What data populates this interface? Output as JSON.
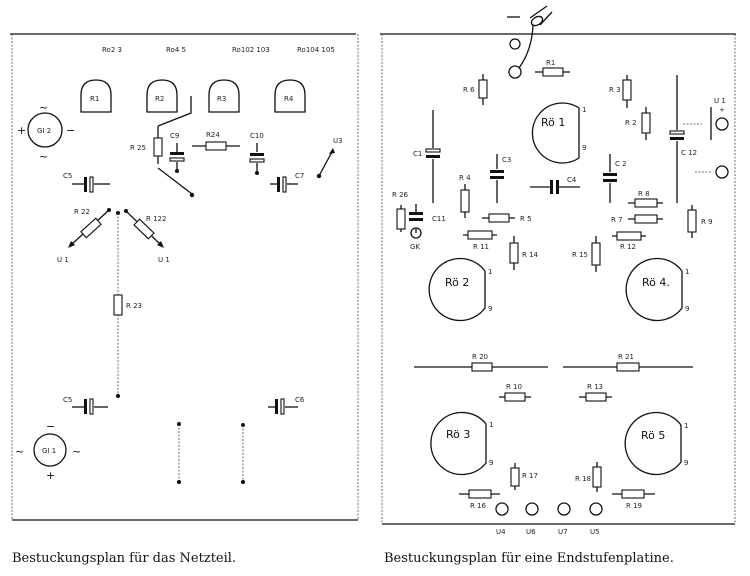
{
  "left_board": {
    "header_labels": [
      "Ro2 3",
      "Ro4 5",
      "Ro102 103",
      "Ro104 105"
    ],
    "tube_socket_labels": [
      "R1",
      "R2",
      "R3",
      "R4"
    ],
    "rectifier_top": {
      "label": "GI 2",
      "ac_top": "~",
      "ac_bottom": "~",
      "plus": "+",
      "minus": "−"
    },
    "rectifier_bottom": {
      "label": "GI 1",
      "ac_left": "~",
      "ac_right": "~",
      "minus": "−",
      "plus": "+"
    },
    "components": {
      "r25": "R 25",
      "c9": "C9",
      "r24": "R24",
      "c10": "C10",
      "u3": "U3",
      "c5_top": "C5",
      "c7": "C7",
      "r22": "R 22",
      "r122": "R 122",
      "u1_left": "U 1",
      "u1_right": "U 1",
      "r23": "R 23",
      "c5_bottom": "C5",
      "c6": "C6"
    }
  },
  "right_board": {
    "tubes": [
      {
        "label": "Rö 1",
        "pin_top": "1",
        "pin_bottom": "9"
      },
      {
        "label": "Rö 2",
        "pin_top": "1",
        "pin_bottom": "9"
      },
      {
        "label": "Rö 4.",
        "pin_top": "1",
        "pin_bottom": "9"
      },
      {
        "label": "Rö 3",
        "pin_top": "1",
        "pin_bottom": "9"
      },
      {
        "label": "Rö 5",
        "pin_top": "1",
        "pin_bottom": "9"
      }
    ],
    "components": {
      "r1": "R1",
      "r6": "R 6",
      "r3": "R 3",
      "r2": "R 2",
      "u1": "U 1",
      "u1_plus": "+",
      "c1": "C1",
      "c12": "C 12",
      "c3": "C3",
      "c2": "C 2",
      "c4": "C4",
      "r4": "R 4",
      "r5": "R 5",
      "r8": "R 8",
      "r7": "R 7",
      "r9": "R 9",
      "r26": "R 26",
      "c11": "C11",
      "gk": "GK",
      "r11": "R 11",
      "r12": "R 12",
      "r14": "R 14",
      "r15": "R 15",
      "r20": "R 20",
      "r21": "R 21",
      "r10": "R 10",
      "r13": "R 13",
      "r17": "R 17",
      "r18": "R 18",
      "r16": "R 16",
      "r19": "R 19"
    },
    "terminals": [
      "U4",
      "U6",
      "U7",
      "U5"
    ]
  },
  "captions": {
    "left": "Bestuckungsplan für das Netzteil.",
    "right": "Bestuckungsplan für eine Endstufenplatine."
  }
}
